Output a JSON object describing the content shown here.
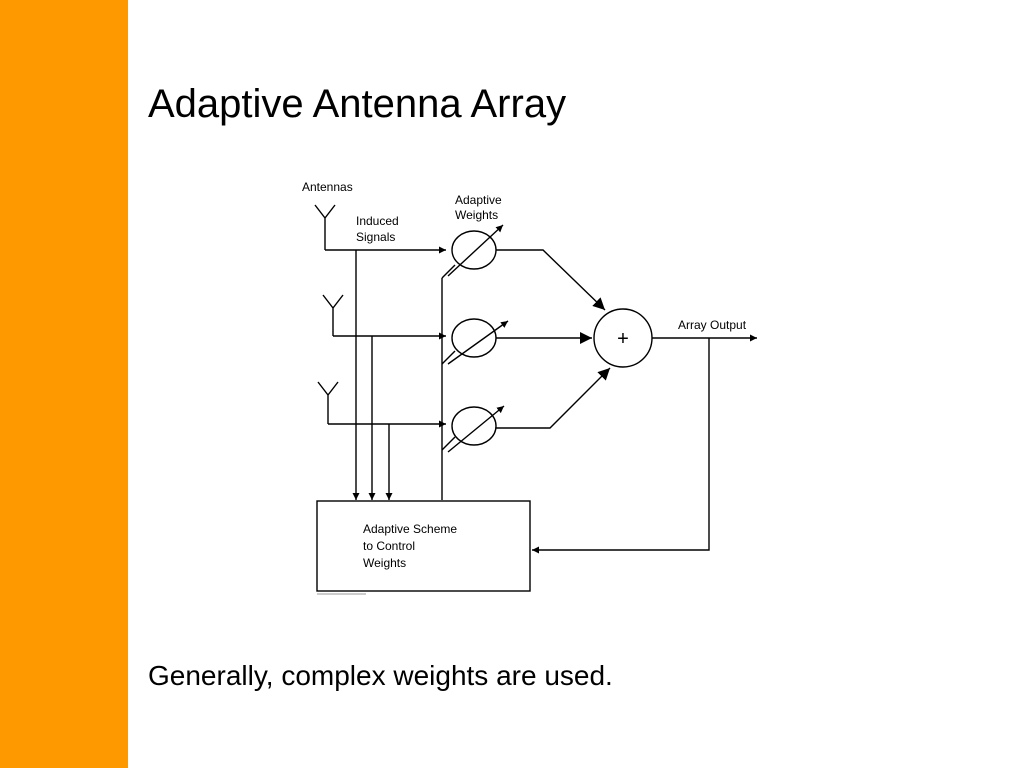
{
  "slide": {
    "title": "Adaptive Antenna Array",
    "body_text": "Generally, complex weights are used.",
    "accent_color": "#FF9900"
  },
  "diagram": {
    "labels": {
      "antennas": "Antennas",
      "induced_line1": "Induced",
      "induced_line2": "Signals",
      "weights_line1": "Adaptive",
      "weights_line2": "Weights",
      "array_output": "Array Output",
      "summer": "+",
      "scheme_line1": "Adaptive Scheme",
      "scheme_line2": "to Control",
      "scheme_line3": "Weights"
    },
    "antenna_count": 3,
    "icons": [
      "antenna-icon",
      "weight-icon",
      "summer-icon"
    ]
  }
}
